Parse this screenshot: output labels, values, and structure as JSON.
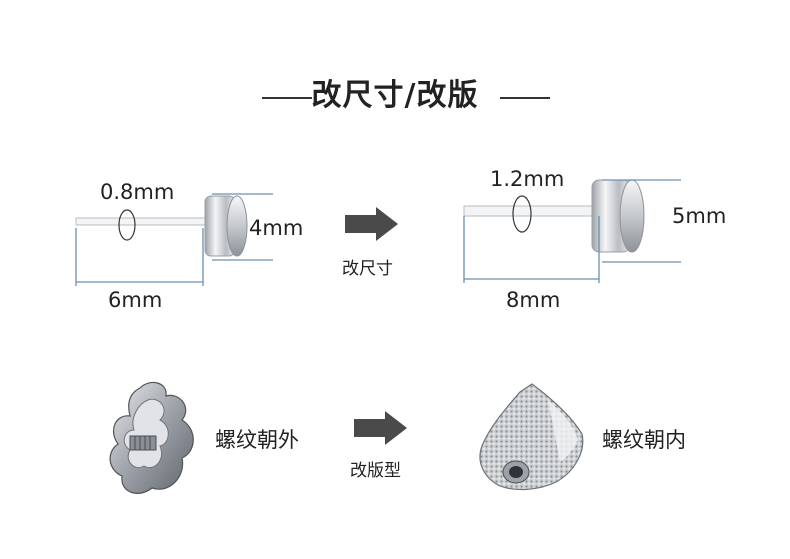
{
  "title": "改尺寸/改版",
  "size_change": {
    "before": {
      "thickness": "0.8mm",
      "head": "4mm",
      "length": "6mm"
    },
    "after": {
      "thickness": "1.2mm",
      "head": "5mm",
      "length": "8mm"
    },
    "arrow_label": "改尺寸"
  },
  "style_change": {
    "before_label": "螺纹朝外",
    "after_label": "螺纹朝内",
    "arrow_label": "改版型"
  },
  "colors": {
    "metal": "#c9ccd1",
    "dark_metal": "#6f747b",
    "arrow": "#4a4a4a",
    "guide": "#6b8fb0"
  }
}
